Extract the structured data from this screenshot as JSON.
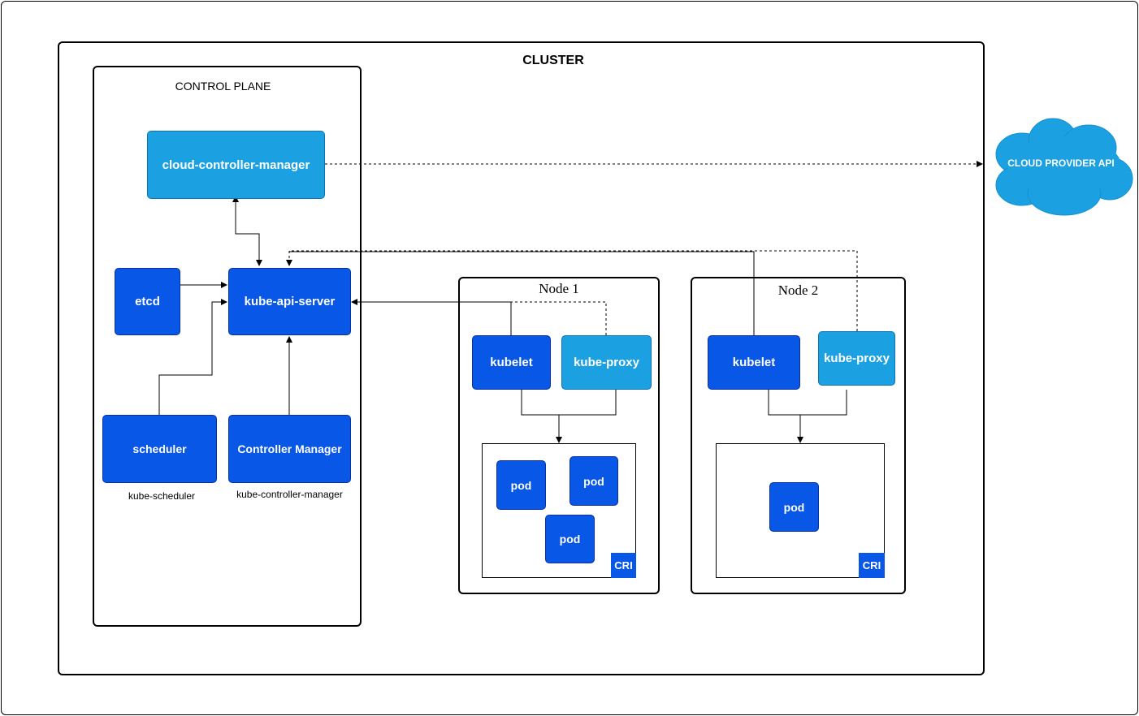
{
  "cluster": {
    "title": "CLUSTER"
  },
  "control_plane": {
    "title": "CONTROL PLANE",
    "cloud_controller_manager": "cloud-controller-manager",
    "etcd": "etcd",
    "kube_api_server": "kube-api-server",
    "scheduler": "scheduler",
    "scheduler_caption": "kube-scheduler",
    "controller_manager": "Controller Manager",
    "controller_manager_caption": "kube-controller-manager"
  },
  "cloud_provider": {
    "label": "CLOUD PROVIDER API"
  },
  "nodes": [
    {
      "title": "Node 1",
      "kubelet": "kubelet",
      "kube_proxy": "kube-proxy",
      "pods": [
        "pod",
        "pod",
        "pod"
      ],
      "cri": "CRI"
    },
    {
      "title": "Node 2",
      "kubelet": "kubelet",
      "kube_proxy": "kube-proxy",
      "pods": [
        "pod"
      ],
      "cri": "CRI"
    }
  ],
  "colors": {
    "dark_blue": "#0857e6",
    "light_blue": "#1ba1e2",
    "cloud": "#1ba1e2"
  }
}
